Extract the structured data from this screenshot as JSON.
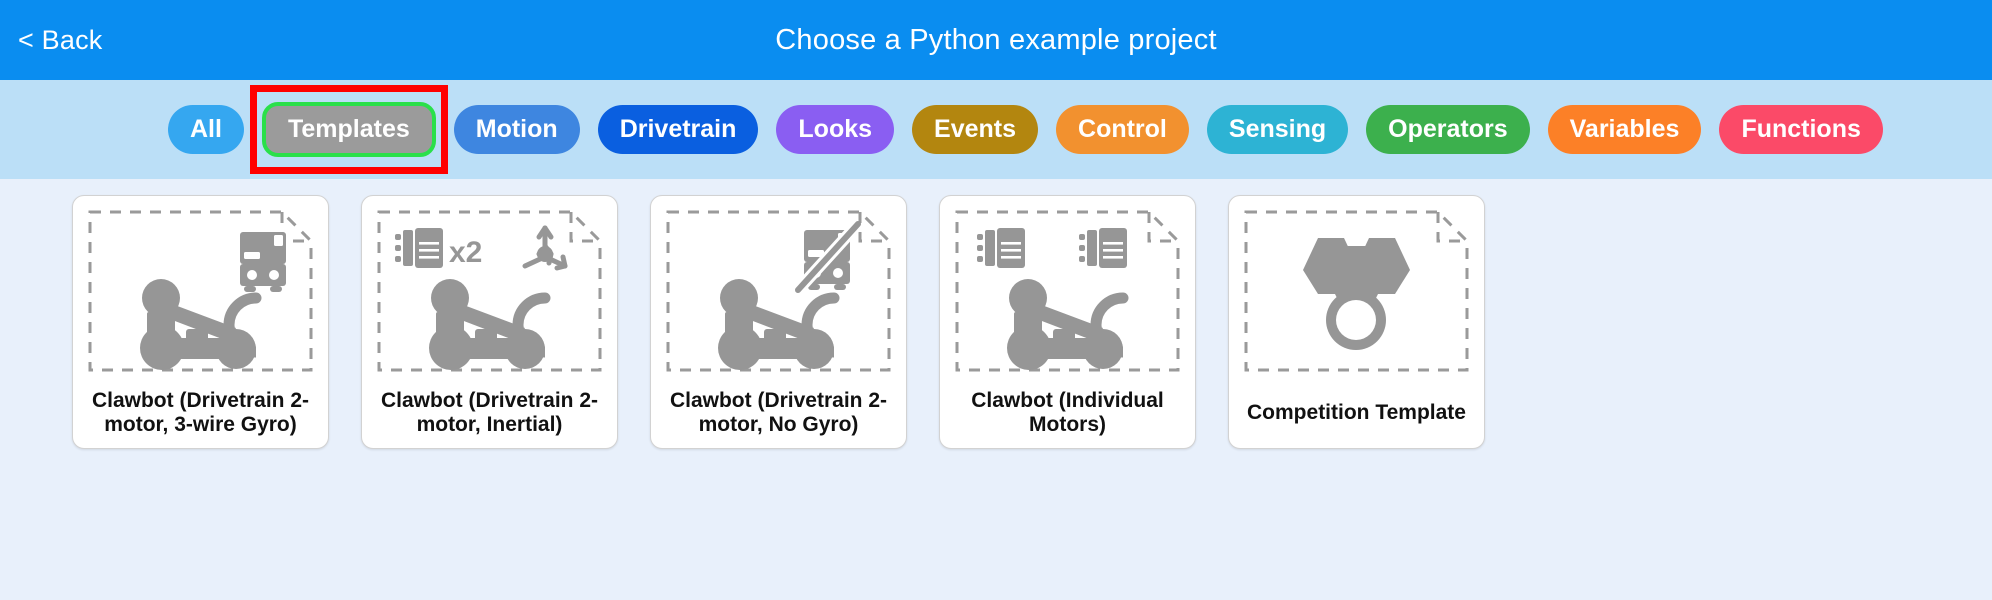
{
  "header": {
    "back_label": "< Back",
    "title": "Choose a Python example project",
    "background_color": "#0a8df0"
  },
  "filter_bar": {
    "background_color": "#bbdff7",
    "selected_category": "Templates",
    "annotation": {
      "type": "highlight-rectangle",
      "color": "#ff0000",
      "target": "Templates"
    },
    "categories": [
      {
        "label": "All",
        "color": "#35a7f0",
        "selected": false
      },
      {
        "label": "Templates",
        "color": "#9b9b9b",
        "selected": true,
        "outline_color": "#2ae04a"
      },
      {
        "label": "Motion",
        "color": "#3e86e0",
        "selected": false
      },
      {
        "label": "Drivetrain",
        "color": "#0a5fe0",
        "selected": false
      },
      {
        "label": "Looks",
        "color": "#8a5ef2",
        "selected": false
      },
      {
        "label": "Events",
        "color": "#b3860f",
        "selected": false
      },
      {
        "label": "Control",
        "color": "#f2912f",
        "selected": false
      },
      {
        "label": "Sensing",
        "color": "#2db3d4",
        "selected": false
      },
      {
        "label": "Operators",
        "color": "#3cb04d",
        "selected": false
      },
      {
        "label": "Variables",
        "color": "#fc8027",
        "selected": false
      },
      {
        "label": "Functions",
        "color": "#fb4a68",
        "selected": false
      }
    ]
  },
  "projects": [
    {
      "label": "Clawbot (Drivetrain 2-motor, 3-wire Gyro)",
      "icons": [
        "gyro-icon",
        "clawbot-icon"
      ],
      "badge_text": ""
    },
    {
      "label": "Clawbot (Drivetrain 2-motor, Inertial)",
      "icons": [
        "motor-icon",
        "inertial-sensor-icon",
        "clawbot-icon"
      ],
      "badge_text": "x2"
    },
    {
      "label": "Clawbot (Drivetrain 2-motor, No Gyro)",
      "icons": [
        "gyro-disabled-icon",
        "clawbot-icon"
      ],
      "badge_text": ""
    },
    {
      "label": "Clawbot (Individual Motors)",
      "icons": [
        "motor-icon",
        "motor-icon",
        "clawbot-icon"
      ],
      "badge_text": ""
    },
    {
      "label": "Competition Template",
      "icons": [
        "medal-icon"
      ],
      "badge_text": ""
    }
  ],
  "theme": {
    "page_background": "#e8f0fb",
    "card_background": "#ffffff",
    "icon_gray": "#969696",
    "dashed_border": "#9a9a9a"
  }
}
